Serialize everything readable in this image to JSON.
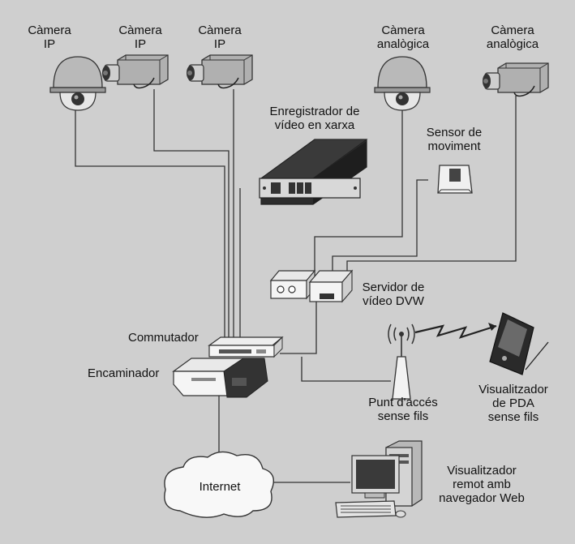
{
  "colors": {
    "background": "#cfcfcf",
    "line": "#333333",
    "device_dark": "#2a2a2a",
    "device_light": "#f2f2f2"
  },
  "nodes": {
    "cam_ip_1": {
      "l1": "Càmera",
      "l2": "IP",
      "icon": "dome-camera-icon"
    },
    "cam_ip_2": {
      "l1": "Càmera",
      "l2": "IP",
      "icon": "box-camera-icon"
    },
    "cam_ip_3": {
      "l1": "Càmera",
      "l2": "IP",
      "icon": "box-camera-icon"
    },
    "cam_an_1": {
      "l1": "Càmera",
      "l2": "analògica",
      "icon": "dome-camera-icon"
    },
    "cam_an_2": {
      "l1": "Càmera",
      "l2": "analògica",
      "icon": "box-camera-icon"
    },
    "nvr": {
      "l1": "Enregistrador de",
      "l2": "vídeo en xarxa",
      "icon": "rack-recorder-icon"
    },
    "motion": {
      "l1": "Sensor de",
      "l2": "moviment",
      "icon": "motion-sensor-icon"
    },
    "video_server": {
      "l1": "Servidor de",
      "l2": "vídeo DVW",
      "icon": "video-server-icon"
    },
    "switch": {
      "l1": "Commutador",
      "icon": "switch-icon"
    },
    "router": {
      "l1": "Encaminador",
      "icon": "router-icon"
    },
    "ap": {
      "l1": "Punt d'accés",
      "l2": "sense fils",
      "icon": "antenna-icon"
    },
    "pda": {
      "l1": "Visualitzador",
      "l2": "de PDA",
      "l3": "sense fils",
      "icon": "pda-icon"
    },
    "internet": {
      "l1": "Internet",
      "icon": "cloud-icon"
    },
    "web": {
      "l1": "Visualitzador",
      "l2": "remot amb",
      "l3": "navegador Web",
      "icon": "desktop-computer-icon"
    }
  }
}
